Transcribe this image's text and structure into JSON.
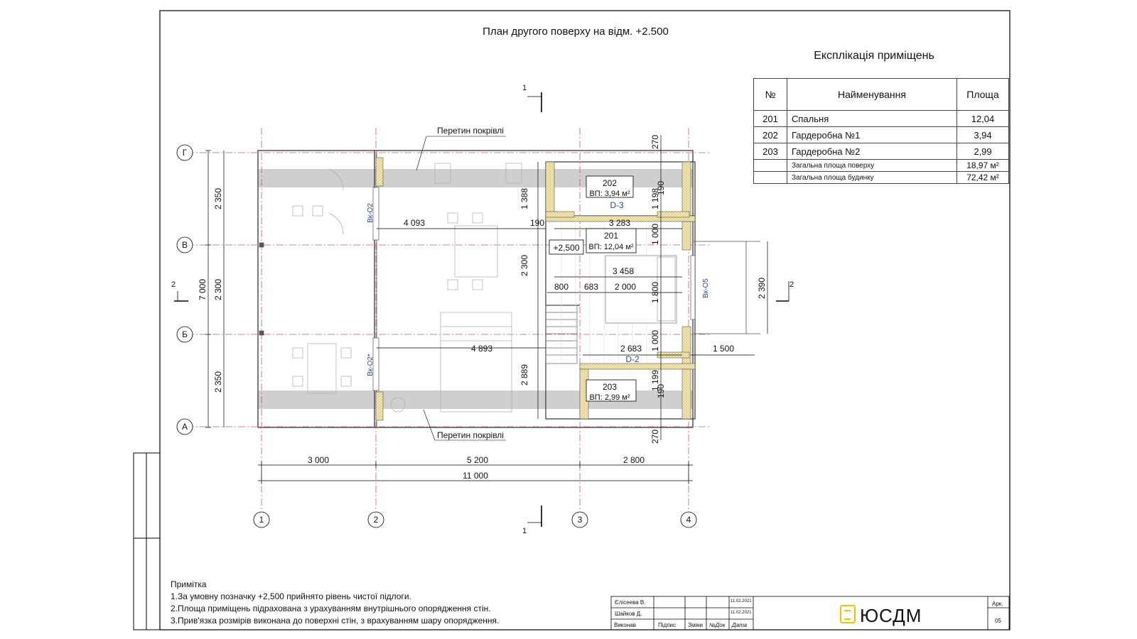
{
  "drawing": {
    "title": "План другого поверху на відм. +2.500",
    "axes_letters": [
      "Г",
      "В",
      "Б",
      "А"
    ],
    "axes_numbers": [
      "1",
      "2",
      "3",
      "4"
    ],
    "section_marks": [
      "1",
      "1",
      "2",
      "2"
    ],
    "roof_label_top": "Перетин покрівлі",
    "roof_label_bottom": "Перетин покрівлі",
    "windows": [
      "Вк-О2",
      "Вк-О2*",
      "Вк-О5"
    ],
    "doors": [
      "D-3",
      "D-2"
    ],
    "level_mark": "+2,500",
    "rooms": [
      {
        "no": "202",
        "area_label": "ВП: 3,94 м²"
      },
      {
        "no": "201",
        "area_label": "ВП: 12,04 м²"
      },
      {
        "no": "203",
        "area_label": "ВП: 2,99 м²"
      }
    ],
    "dims_horizontal_inner": [
      "4 093",
      "190",
      "3 283",
      "3 458",
      "800",
      "683",
      "2 000",
      "4 893",
      "2 683",
      "1 500"
    ],
    "dims_horizontal_bottom": [
      "3 000",
      "5 200",
      "2 800",
      "11 000"
    ],
    "dims_vertical_left": [
      "2 350",
      "2 300",
      "2 350",
      "7 000"
    ],
    "dims_vertical_inner": [
      "1 388",
      "2 300",
      "2 889",
      "1 198",
      "1 000",
      "1 800",
      "1 000",
      "1 199",
      "190",
      "190",
      "270",
      "270",
      "2 390"
    ]
  },
  "explication": {
    "title": "Експлікація приміщень",
    "headers": [
      "№",
      "Найменування",
      "Площа"
    ],
    "rows": [
      {
        "no": "201",
        "name": "Спальня",
        "area": "12,04"
      },
      {
        "no": "202",
        "name": "Гардеробна №1",
        "area": "3,94"
      },
      {
        "no": "203",
        "name": "Гардеробна №2",
        "area": "2,99"
      }
    ],
    "totals": [
      {
        "name": "Загальна площа поверху",
        "area": "18,97 м²"
      },
      {
        "name": "Загальна площа будинку",
        "area": "72,42 м²"
      }
    ]
  },
  "notes": {
    "heading": "Примітка",
    "items": [
      "1.За умовну позначку  +2,500  прийнято рівень чистої підлоги.",
      "2.Площа приміщень підрахована з урахуванням внутрішнього опорядження стін.",
      "3.Прив'язка розмірів виконана до поверхні  стін, з врахуванням шару опорядження."
    ]
  },
  "stamp": {
    "names": [
      "Єлісеева В.",
      "Шайков Д."
    ],
    "dates": [
      "11.02.2021",
      "11.02.2021"
    ],
    "captions": [
      "Виконав",
      "Підпис",
      "Зміни",
      "№Док",
      "Дата"
    ],
    "sheet_label": "Арк.",
    "sheet_no": "05",
    "logo_text": "ЮСДМ",
    "accent": "#f2c200"
  }
}
